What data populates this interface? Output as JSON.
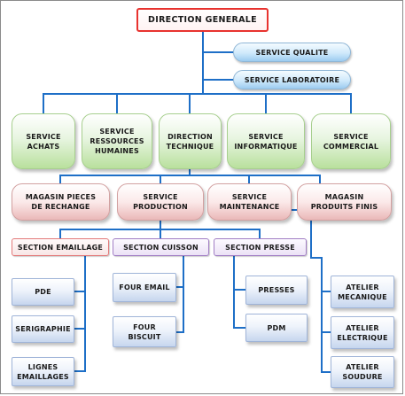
{
  "colors": {
    "connector": "#1e6fc7",
    "root_border": "#e8332f"
  },
  "nodes": {
    "direction_generale": "DIRECTION GENERALE",
    "service_qualite": "SERVICE  QUALITE",
    "service_laboratoire": "SERVICE LABORATOIRE",
    "service_achats": "SERVICE\nACHATS",
    "service_rh": "SERVICE\nRESSOURCES\nHUMAINES",
    "direction_technique": "DIRECTION\nTECHNIQUE",
    "service_informatique": "SERVICE\nINFORMATIQUE",
    "service_commercial": "SERVICE\nCOMMERCIAL",
    "magasin_pieces": "MAGASIN  PIECES\nDE RECHANGE",
    "service_production": "SERVICE\nPRODUCTION",
    "service_maintenance": "SERVICE\nMAINTENANCE",
    "magasin_produits": "MAGASIN\nPRODUITS FINIS",
    "section_emaillage": "SECTION EMAILLAGE",
    "section_cuisson": "SECTION  CUISSON",
    "section_presse": "SECTION  PRESSE",
    "pde": "PDE",
    "serigraphie": "SERIGRAPHIE",
    "lignes_emaillages": "LIGNES\nEMAILLAGES",
    "four_email": "FOUR EMAIL",
    "four_biscuit": "FOUR\nBISCUIT",
    "presses": "PRESSES",
    "pdm": "PDM",
    "atelier_mecanique": "ATELIER\nMECANIQUE",
    "atelier_electrique": "ATELIER\nELECTRIQUE",
    "atelier_soudure": "ATELIER\nSOUDURE"
  }
}
